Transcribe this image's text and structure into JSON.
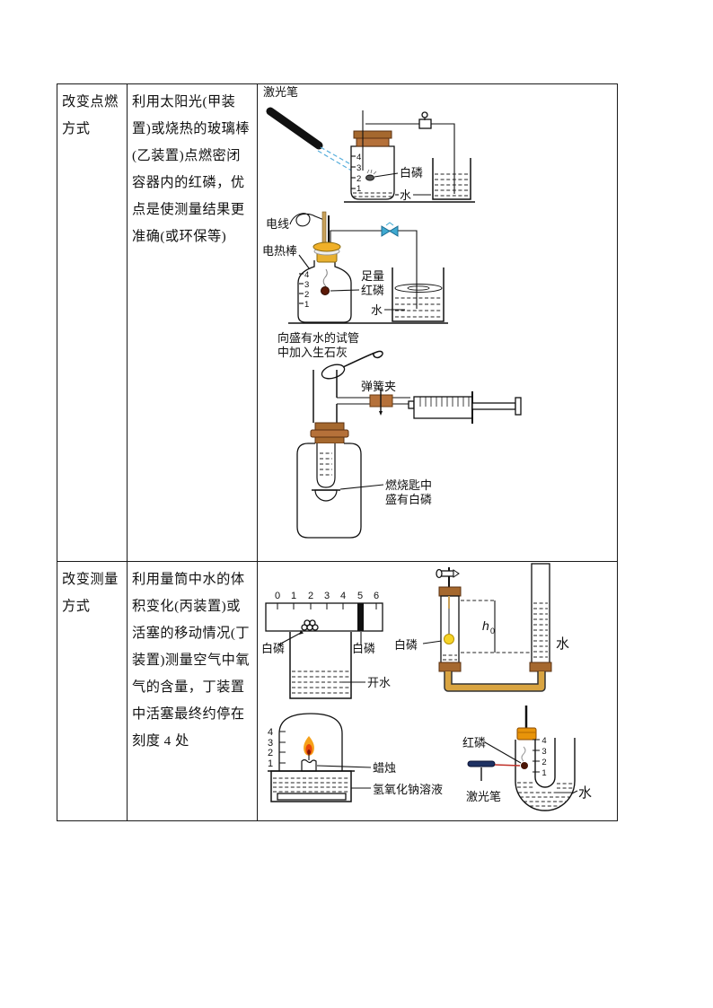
{
  "table": {
    "rows": [
      {
        "method": "改变点燃方式",
        "description": "利用太阳光(甲装置)或烧热的玻璃棒(乙装置)点燃密闭容器内的红磷，优点是使测量结果更准确(或环保等)"
      },
      {
        "method": "改变测量方式",
        "description": "利用量筒中水的体积变化(丙装置)或活塞的移动情况(丁装置)测量空气中氧气的含量，丁装置中活塞最终约停在刻度 4 处"
      }
    ]
  },
  "figures": {
    "laser_bottle": {
      "laser_pen": "激光笔",
      "white_phosphorus": "白磷",
      "water": "水",
      "scale": [
        "4",
        "3",
        "2",
        "1"
      ]
    },
    "heater_bottle": {
      "wire": "电线",
      "heat_rod": "电热棒",
      "red_phosphorus_l1": "足量",
      "red_phosphorus_l2": "红磷",
      "water": "水",
      "scale": [
        "4",
        "3",
        "2",
        "1"
      ]
    },
    "quicklime_syringe": {
      "caption_l1": "向盛有水的试管",
      "caption_l2": "中加入生石灰",
      "spring_clamp": "弹簧夹",
      "spoon_l1": "燃烧匙中",
      "spoon_l2": "盛有白磷"
    },
    "piston_tube": {
      "scale": [
        "0",
        "1",
        "2",
        "3",
        "4",
        "5",
        "6"
      ],
      "white_phosphorus_a": "白磷",
      "white_phosphorus_b": "白磷",
      "hot_water": "开水"
    },
    "twin_tube": {
      "white_phosphorus": "白磷",
      "h": "h",
      "h_sub": "0",
      "water": "水"
    },
    "candle_jar": {
      "scale": [
        "4",
        "3",
        "2",
        "1"
      ],
      "candle": "蜡烛",
      "naoh": "氢氧化钠溶液"
    },
    "u_tube": {
      "red_phosphorus": "红磷",
      "laser_pen": "激光笔",
      "water": "水",
      "scale": [
        "4",
        "3",
        "2",
        "1"
      ]
    }
  },
  "colors": {
    "stopper_brown": "#A5682E",
    "stopper_brown_light": "#B5713A",
    "stopper_yellow": "#F0B028",
    "stopper_orange": "#E8940A",
    "clamp_blue": "#3FA9D0",
    "beam_blue": "#58AEDB",
    "laser_pen_navy": "#1E3264",
    "beam_red": "#C03028",
    "ball_yellow": "#F5D327",
    "connector_tan": "#D9A441",
    "rod_tan": "#C8A05A",
    "phosphorus_dark": "#4A1505",
    "flame_orange": "#F6A21B",
    "flame_red": "#E8470B"
  }
}
